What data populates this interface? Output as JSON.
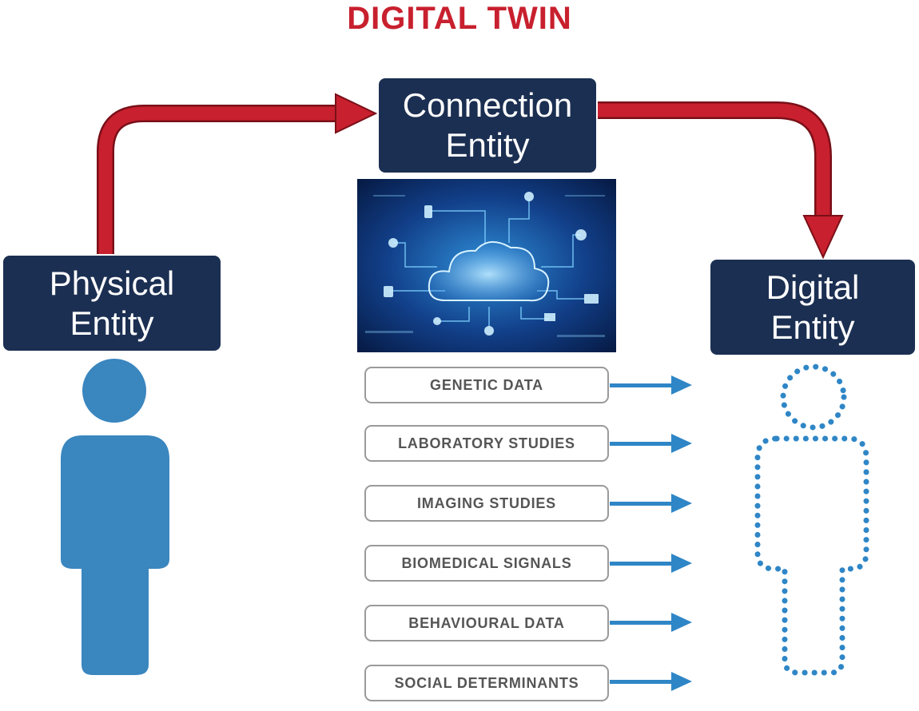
{
  "title": "DIGITAL TWIN",
  "entities": {
    "physical": [
      "Physical",
      "Entity"
    ],
    "connection": [
      "Connection",
      "Entity"
    ],
    "digital": [
      "Digital",
      "Entity"
    ]
  },
  "data_sources": [
    "GENETIC DATA",
    "LABORATORY STUDIES",
    "IMAGING STUDIES",
    "BIOMEDICAL SIGNALS",
    "BEHAVIOURAL DATA",
    "SOCIAL DETERMINANTS"
  ],
  "colors": {
    "title": "#c8202e",
    "entity_box": "#1b2f52",
    "flow_arrow": "#c8202e",
    "data_arrow": "#2f86c6",
    "person": "#3a86bf",
    "digital_person_dots": "#2f86c6"
  },
  "icons": {
    "physical_person": "person-silhouette-icon",
    "digital_person": "dotted-person-outline-icon",
    "connection_image": "cloud-network-icon"
  }
}
